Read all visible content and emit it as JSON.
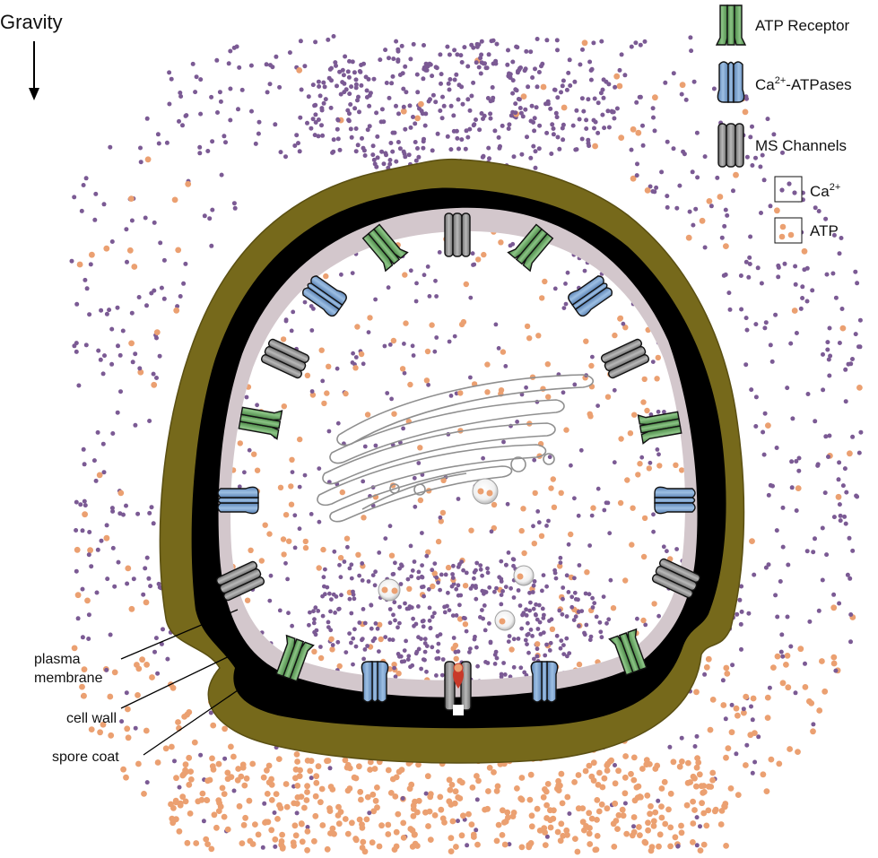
{
  "gravity_label": "Gravity",
  "legend": {
    "atp_receptor": "ATP Receptor",
    "atpase_base": "Ca",
    "atpase_sup": "2+",
    "atpase_rest": "-ATPases",
    "ms_channels": "MS Channels",
    "ca_base": "Ca",
    "ca_sup": "2+",
    "atp": "ATP"
  },
  "labels": {
    "plasma_line1": "plasma",
    "plasma_line2": "membrane",
    "cell_wall": "cell wall",
    "spore_coat": "spore coat"
  },
  "colors": {
    "spore_coat": "#76691b",
    "cell_wall": "#000000",
    "plasma_membrane": "#d3c7cc",
    "atp_receptor": "#5f9e5a",
    "ca_atpase": "#6f97c6",
    "ms_channel": "#8a8a8a",
    "ca_dot": "#7b5a94",
    "atp_dot": "#eba071",
    "ms_open_channel_ion": "#c8392a"
  },
  "icons": [
    "down-arrow-icon",
    "atp-receptor-icon",
    "ca-atpase-icon",
    "ms-channel-icon",
    "ca-dot-icon",
    "atp-dot-icon",
    "vesicle-icon"
  ]
}
